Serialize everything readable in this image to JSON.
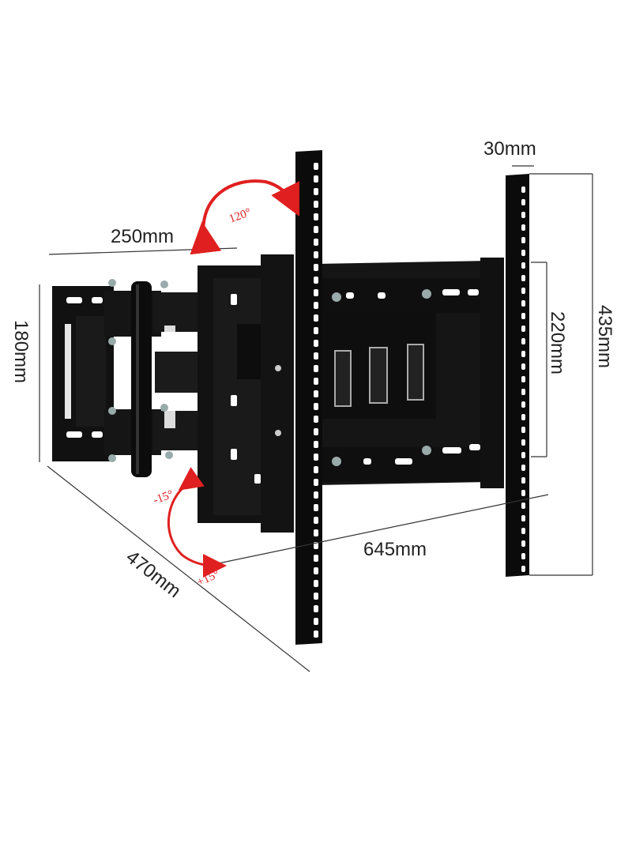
{
  "diagram": {
    "colors": {
      "metal": "#111111",
      "slot": "#ffffff",
      "dimension_line": "#333333",
      "angle_accent": "#e02020",
      "text": "#222222"
    },
    "dimensions": {
      "arm_length": "250mm",
      "wall_plate_height": "180mm",
      "extension_depth": "470mm",
      "bracket_width": "645mm",
      "inner_height": "220mm",
      "bracket_height": "435mm",
      "rail_width": "30mm"
    },
    "angles": {
      "swivel": "120°",
      "tilt_up": "-15°",
      "tilt_down": "+15°"
    }
  }
}
